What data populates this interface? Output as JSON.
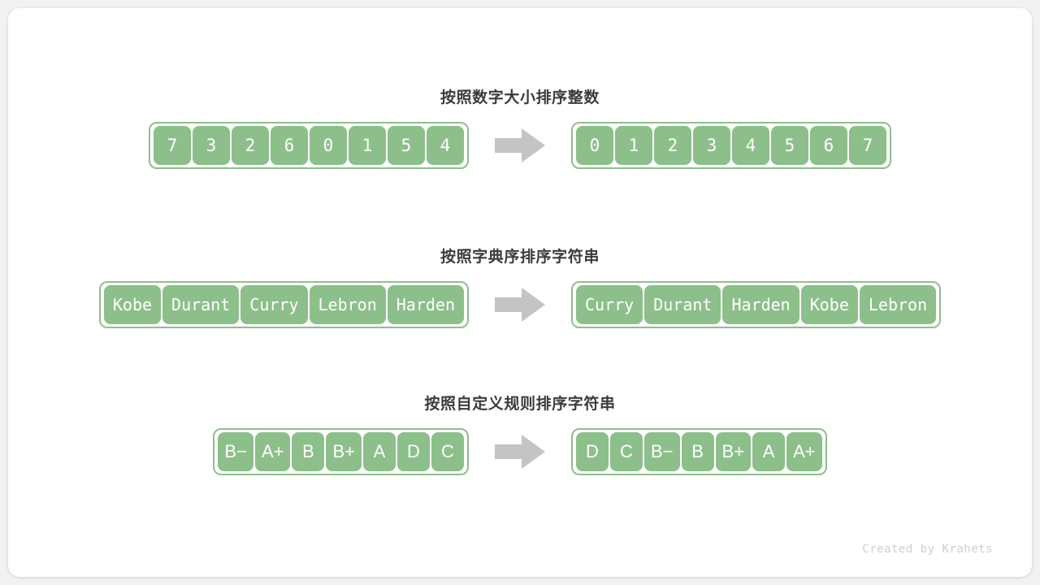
{
  "theme": {
    "page_background": "#f2f2f2",
    "card_background": "#ffffff",
    "cell_fill": "#8dbf8b",
    "cell_border": "#8fbf8c",
    "cell_text": "#ffffff",
    "title_text": "#3c3c3c",
    "arrow_fill": "#c4c4c4",
    "credit_text": "#cfcfcf"
  },
  "sections": [
    {
      "title": "按照数字大小排序整数",
      "input": [
        "7",
        "3",
        "2",
        "6",
        "0",
        "1",
        "5",
        "4"
      ],
      "output": [
        "0",
        "1",
        "2",
        "3",
        "4",
        "5",
        "6",
        "7"
      ],
      "cell_style": "num",
      "arrow": "right-arrow-icon"
    },
    {
      "title": "按照字典序排序字符串",
      "input": [
        "Kobe",
        "Durant",
        "Curry",
        "Lebron",
        "Harden"
      ],
      "output": [
        "Curry",
        "Durant",
        "Harden",
        "Kobe",
        "Lebron"
      ],
      "cell_style": "word",
      "arrow": "right-arrow-icon"
    },
    {
      "title": "按照自定义规则排序字符串",
      "input": [
        "B−",
        "A+",
        "B",
        "B+",
        "A",
        "D",
        "C"
      ],
      "output": [
        "D",
        "C",
        "B−",
        "B",
        "B+",
        "A",
        "A+"
      ],
      "cell_style": "grade",
      "arrow": "right-arrow-icon"
    }
  ],
  "credit": "Created by Krahets"
}
